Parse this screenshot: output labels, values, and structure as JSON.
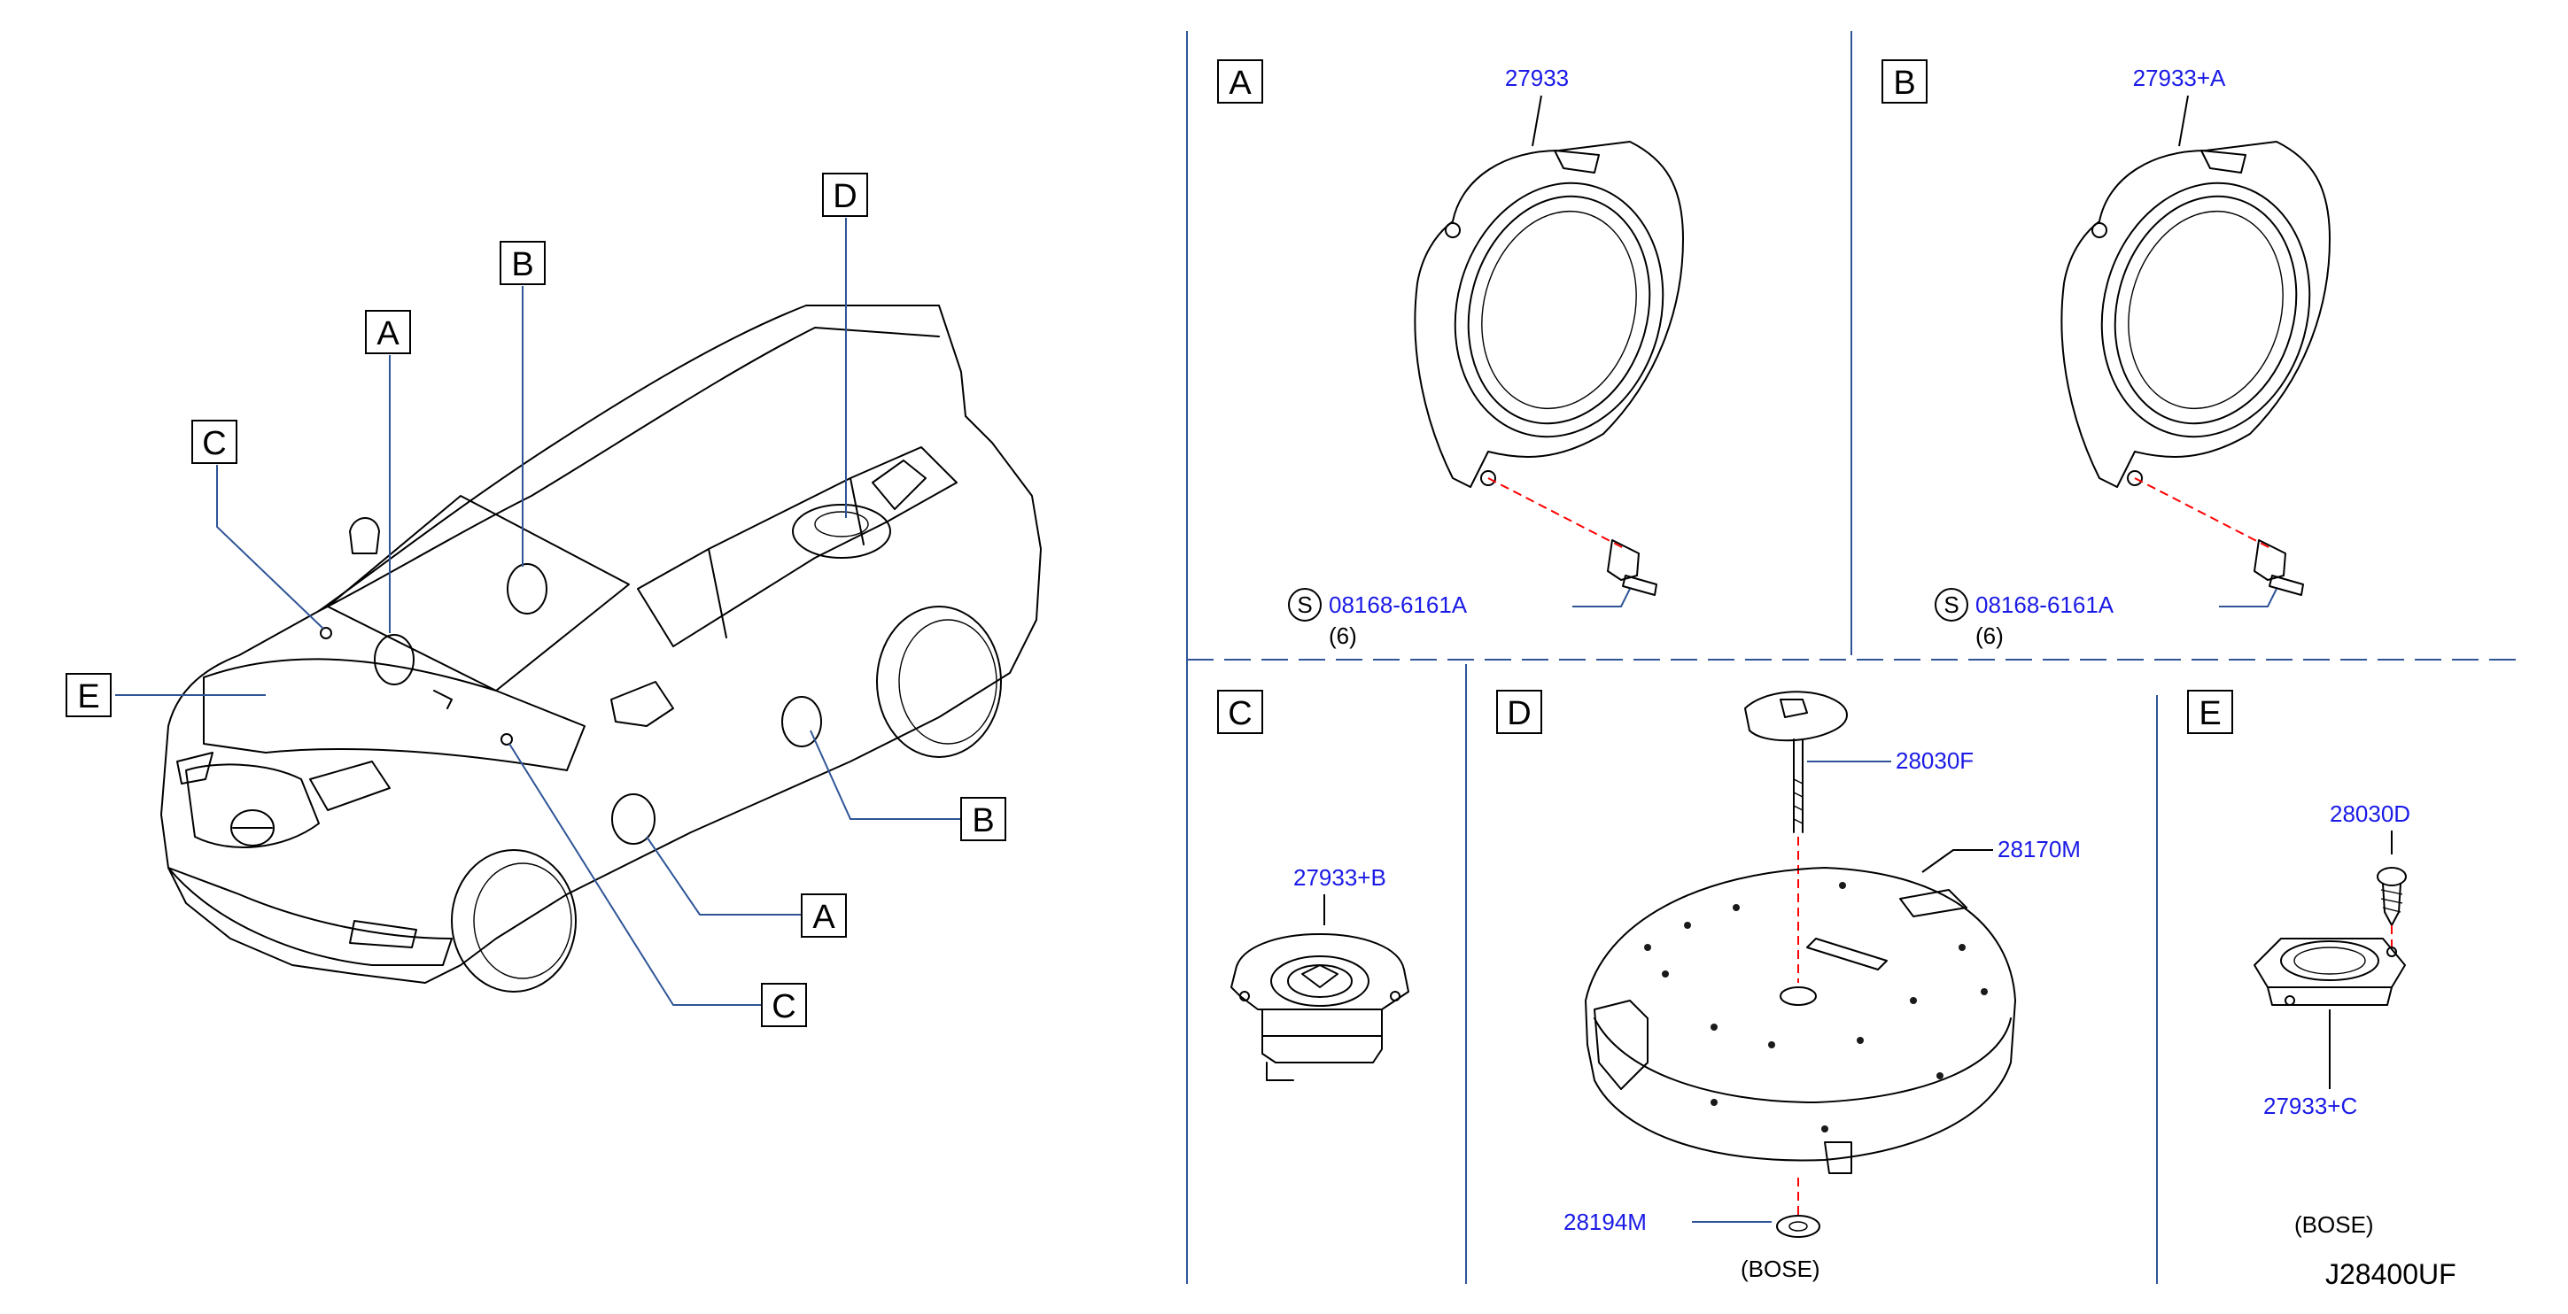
{
  "overview": {
    "callouts": [
      "A",
      "B",
      "C",
      "D",
      "E"
    ]
  },
  "panels": {
    "A": {
      "label": "A",
      "part": "27933",
      "screw_symbol": "S",
      "screw": "08168-6161A",
      "qty": "(6)"
    },
    "B": {
      "label": "B",
      "part": "27933+A",
      "screw_symbol": "S",
      "screw": "08168-6161A",
      "qty": "(6)"
    },
    "C": {
      "label": "C",
      "part": "27933+B"
    },
    "D": {
      "label": "D",
      "bolt": "28030F",
      "enclosure": "28170M",
      "washer": "28194M",
      "note": "(BOSE)"
    },
    "E": {
      "label": "E",
      "screw": "28030D",
      "part": "27933+C",
      "note": "(BOSE)"
    }
  },
  "diagram_code": "J28400UF",
  "colors": {
    "part_number": "#1a1ae6",
    "leader": "#2f5597",
    "fastener_line": "#ff0000"
  }
}
